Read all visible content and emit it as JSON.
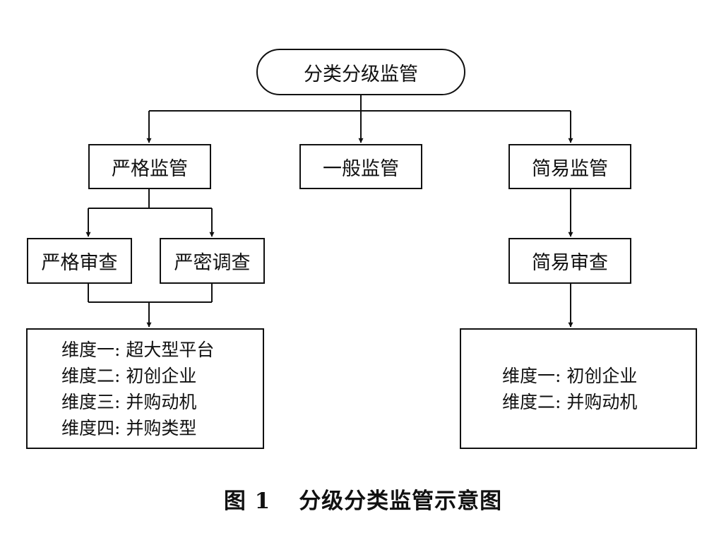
{
  "root": "分类分级监管",
  "level1": [
    "严格监管",
    "一般监管",
    "简易监管"
  ],
  "strict_children": [
    "严格审查",
    "严密调查"
  ],
  "simple_child": "简易审查",
  "strict_dimensions": [
    "维度一: 超大型平台",
    "维度二: 初创企业",
    "维度三: 并购动机",
    "维度四: 并购类型"
  ],
  "simple_dimensions": [
    "维度一: 初创企业",
    "维度二: 并购动机"
  ],
  "caption": {
    "number": "图 1",
    "title": "分级分类监管示意图"
  }
}
